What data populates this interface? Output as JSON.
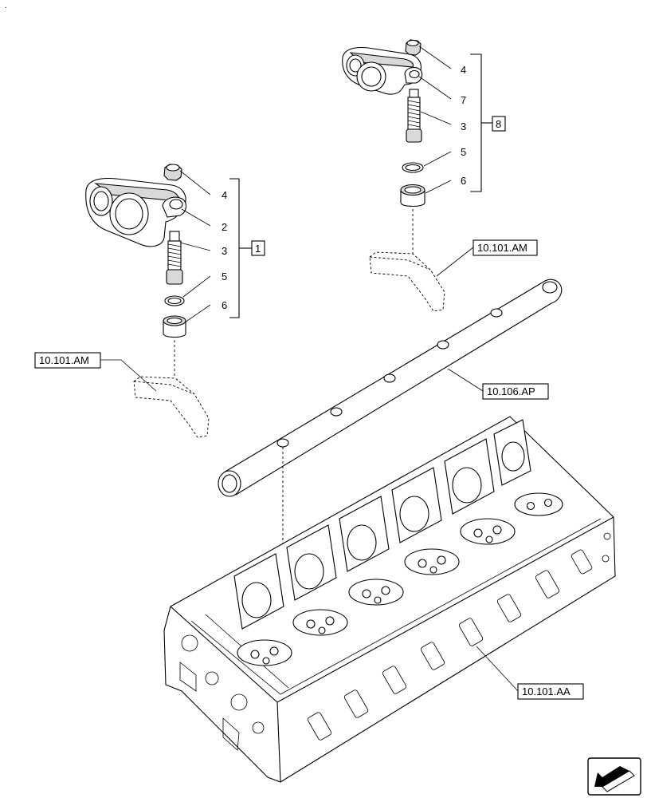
{
  "corner_mark": ".",
  "callouts_left": [
    {
      "id": "l4",
      "label": "4"
    },
    {
      "id": "l2",
      "label": "2"
    },
    {
      "id": "l3",
      "label": "3"
    },
    {
      "id": "l5",
      "label": "5"
    },
    {
      "id": "l6",
      "label": "6"
    }
  ],
  "callouts_right": [
    {
      "id": "r4",
      "label": "4"
    },
    {
      "id": "r7",
      "label": "7"
    },
    {
      "id": "r3",
      "label": "3"
    },
    {
      "id": "r5",
      "label": "5"
    },
    {
      "id": "r6",
      "label": "6"
    }
  ],
  "kits": {
    "left": "1",
    "right": "8"
  },
  "references": {
    "rocker_support_right": "10.101.AM",
    "rocker_support_left": "10.101.AM",
    "rocker_shaft": "10.106.AP",
    "cylinder_head": "10.101.AA"
  },
  "nav": {
    "icon": "arrow-icon"
  }
}
